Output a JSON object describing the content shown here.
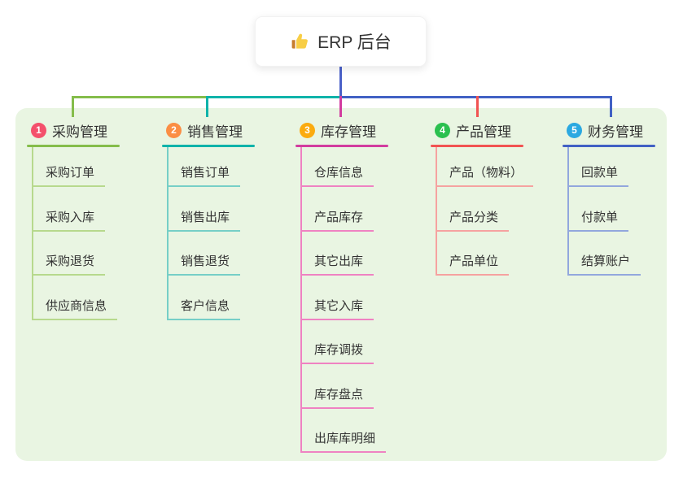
{
  "root": {
    "title": "ERP 后台",
    "icon": "thumbs-up-icon",
    "icon_color": "#f8ce46",
    "icon_cuff_color": "#c77d2e"
  },
  "canvas": {
    "background": "#ffffff",
    "panel_background": "#e9f5e2",
    "trunk_color": "#4a60c8"
  },
  "branches": [
    {
      "number": "1",
      "label": "采购管理",
      "badge_color": "#f4506c",
      "line_color": "#85bd4b",
      "child_line_color": "#b7d98d",
      "children": [
        "采购订单",
        "采购入库",
        "采购退货",
        "供应商信息"
      ]
    },
    {
      "number": "2",
      "label": "销售管理",
      "badge_color": "#fb8e44",
      "line_color": "#0fb3aa",
      "child_line_color": "#76cfc7",
      "children": [
        "销售订单",
        "销售出库",
        "销售退货",
        "客户信息"
      ]
    },
    {
      "number": "3",
      "label": "库存管理",
      "badge_color": "#fbab0f",
      "line_color": "#d23c9f",
      "child_line_color": "#ef82c2",
      "children": [
        "仓库信息",
        "产品库存",
        "其它出库",
        "其它入库",
        "库存调拨",
        "库存盘点",
        "出库库明细"
      ]
    },
    {
      "number": "4",
      "label": "产品管理",
      "badge_color": "#2bc04f",
      "line_color": "#f15352",
      "child_line_color": "#f6a2a0",
      "children": [
        "产品（物料）",
        "产品分类",
        "产品单位"
      ]
    },
    {
      "number": "5",
      "label": "财务管理",
      "badge_color": "#2ba9e1",
      "line_color": "#4161c4",
      "child_line_color": "#92a7dd",
      "children": [
        "回款单",
        "付款单",
        "结算账户"
      ]
    }
  ]
}
